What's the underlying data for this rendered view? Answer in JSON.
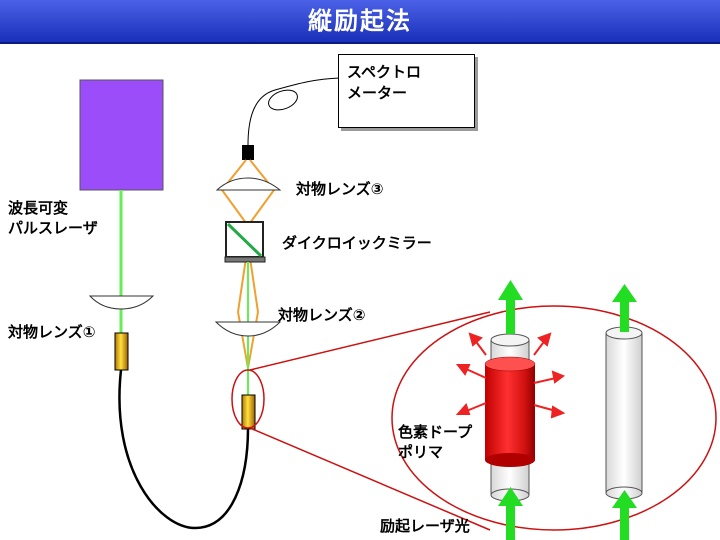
{
  "title": "縦励起法",
  "labels": {
    "tunable_laser_line1": "波長可変",
    "tunable_laser_line2": "パルスレーザ",
    "objective_1": "対物レンズ①",
    "objective_2": "対物レンズ②",
    "objective_3": "対物レンズ③",
    "dichroic_mirror": "ダイクロイックミラー",
    "spectrometer_line1": "スペクトロ",
    "spectrometer_line2": "メーター",
    "dye_polymer_line1": "色素ドープ",
    "dye_polymer_line2": "ポリマ",
    "excitation_laser": "励起レーザ光"
  },
  "colors": {
    "title_bar": "#2238c8",
    "laser_box": "#9b4dfa",
    "laser_beam": "#66ee55",
    "emission_beam": "#f0a030",
    "callout": "#cc1111",
    "fiber": "#000000",
    "arrow_green": "#22dd22",
    "arrow_red": "#ee2222"
  }
}
